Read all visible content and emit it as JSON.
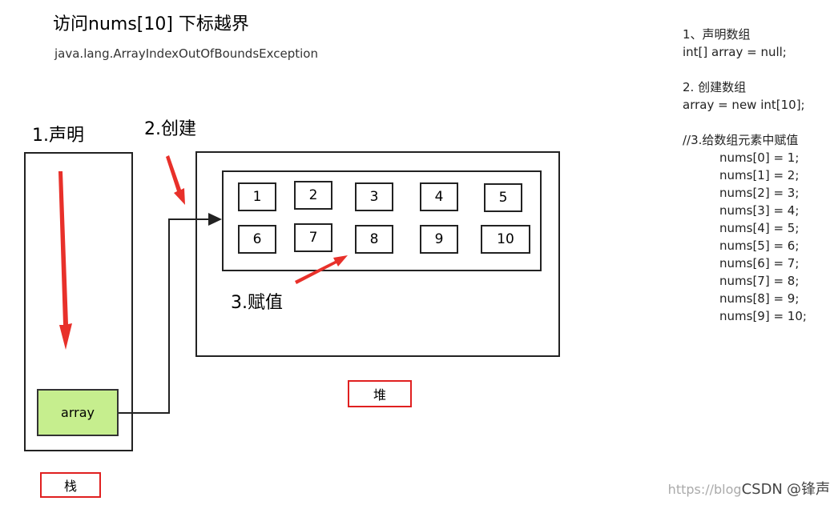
{
  "title": "访问nums[10] 下标越界",
  "exception": "java.lang.ArrayIndexOutOfBoundsException",
  "steps": {
    "declare": "1.声明",
    "create": "2.创建",
    "assign": "3.赋值"
  },
  "stack": {
    "variable": "array",
    "label": "栈"
  },
  "heap": {
    "label": "堆",
    "row1": [
      "1",
      "2",
      "3",
      "4",
      "5"
    ],
    "row2": [
      "6",
      "7",
      "8",
      "9",
      "10"
    ]
  },
  "code": {
    "step1_title": "1、声明数组",
    "step1_code": "int[] array = null;",
    "step2_title": "2. 创建数组",
    "step2_code": "array = new int[10];",
    "step3_title": "//3.给数组元素中赋值",
    "assignments": [
      "nums[0] = 1;",
      "nums[1] = 2;",
      "nums[2] = 3;",
      "nums[3] = 4;",
      "nums[4] = 5;",
      "nums[5] = 6;",
      "nums[6] = 7;",
      "nums[7] = 8;",
      "nums[8] = 9;",
      "nums[9] = 10;"
    ]
  },
  "watermark": {
    "url": "https://blog",
    "brand": "CSDN",
    "author": "@锋声"
  },
  "colors": {
    "arrow_red": "#e8302a",
    "variable_fill": "#c6ee8e",
    "label_border": "#e02020"
  }
}
